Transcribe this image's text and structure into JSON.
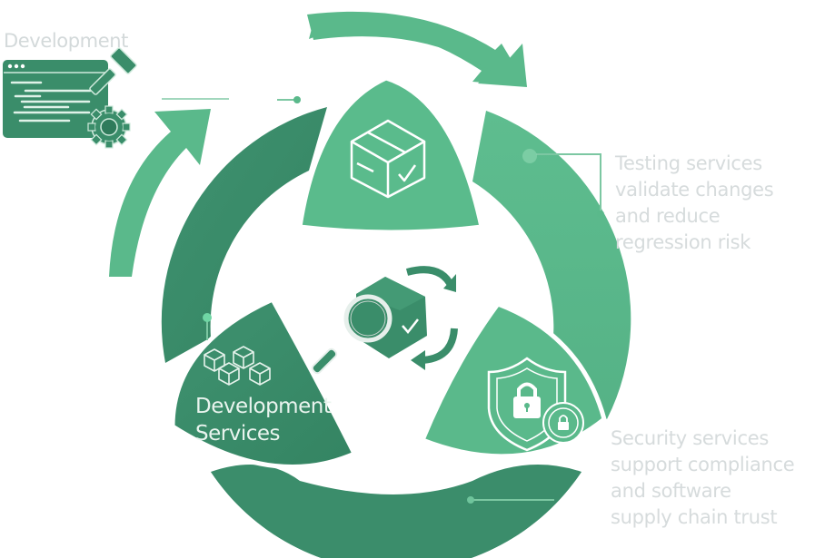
{
  "diagram": {
    "title": "Development",
    "colors": {
      "light_green": "#5bba8c",
      "dark_green": "#3a8a6a",
      "mid_green": "#48a07a",
      "text_muted": "#d6dbdc",
      "white": "#ffffff"
    },
    "development_icon": {
      "name": "code-window-with-hammer-and-gear",
      "window_dots": 3
    },
    "segments": [
      {
        "id": "testing",
        "icon": "box-check-icon",
        "note_lines": [
          "Testing services",
          "validate changes",
          "and reduce",
          "regression risk"
        ]
      },
      {
        "id": "development",
        "icon": "cubes-icon",
        "label_lines": [
          "Development",
          "Services"
        ]
      },
      {
        "id": "security",
        "icon": "shield-lock-icon",
        "note_lines": [
          "Security services",
          "support compliance",
          "and software",
          "supply chain trust"
        ]
      }
    ],
    "center_icon": "magnify-box-cycle-icon"
  }
}
